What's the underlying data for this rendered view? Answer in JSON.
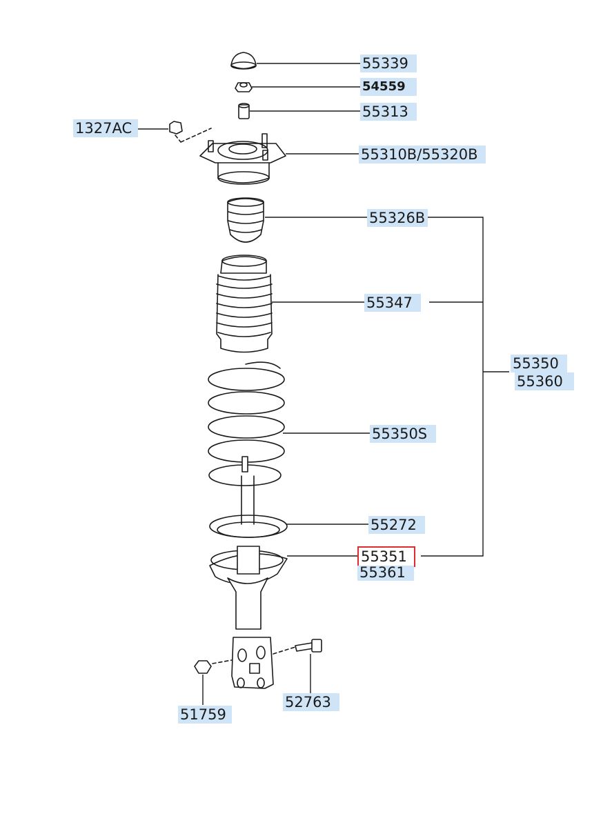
{
  "diagram": {
    "parts": {
      "cap": "55339",
      "nut_top": "54559",
      "spacer": "55313",
      "mount_nut": "1327AC",
      "insulator": "55310B/55320B",
      "bumper": "55326B",
      "dust_cover": "55347",
      "assembly_lh": "55350",
      "assembly_rh": "55360",
      "spring": "55350S",
      "spring_pad": "55272",
      "strut_lh": "55351",
      "strut_rh": "55361",
      "knuckle_nut": "51759",
      "knuckle_bolt": "52763"
    },
    "selected_part": "55351",
    "colors": {
      "highlight": "#cfe4f7",
      "selection": "#e0282e",
      "ink": "#1a1a1a"
    }
  }
}
